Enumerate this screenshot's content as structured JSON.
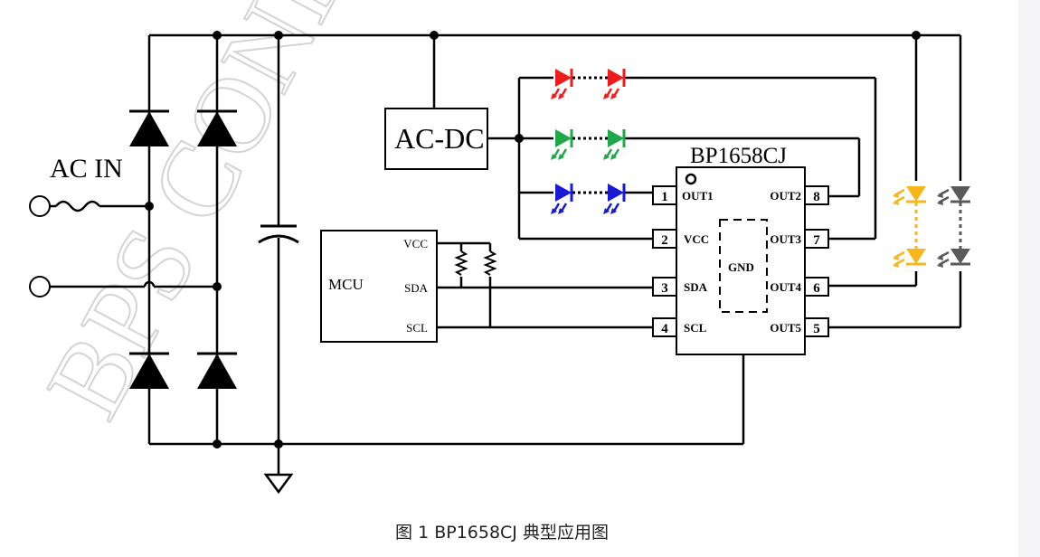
{
  "caption": "图 1 BP1658CJ 典型应用图",
  "watermark": "BPS CONF",
  "labels": {
    "ac_in": "AC IN",
    "ac_dc": "AC-DC",
    "mcu": "MCU",
    "mcu_vcc": "VCC",
    "mcu_sda": "SDA",
    "mcu_scl": "SCL",
    "chip": "BP1658CJ",
    "gnd": "GND"
  },
  "pins": [
    {
      "num": "1",
      "name": "OUT1"
    },
    {
      "num": "2",
      "name": "VCC"
    },
    {
      "num": "3",
      "name": "SDA"
    },
    {
      "num": "4",
      "name": "SCL"
    },
    {
      "num": "8",
      "name": "OUT2"
    },
    {
      "num": "7",
      "name": "OUT3"
    },
    {
      "num": "6",
      "name": "OUT4"
    },
    {
      "num": "5",
      "name": "OUT5"
    }
  ],
  "colors": {
    "led_red": "#ee1c1c",
    "led_green": "#1ea84a",
    "led_blue": "#1a1ad6",
    "led_yellow": "#f5b81c",
    "led_gray": "#5a5a5a",
    "wire": "#000000",
    "watermark": "#d9d9d9"
  }
}
